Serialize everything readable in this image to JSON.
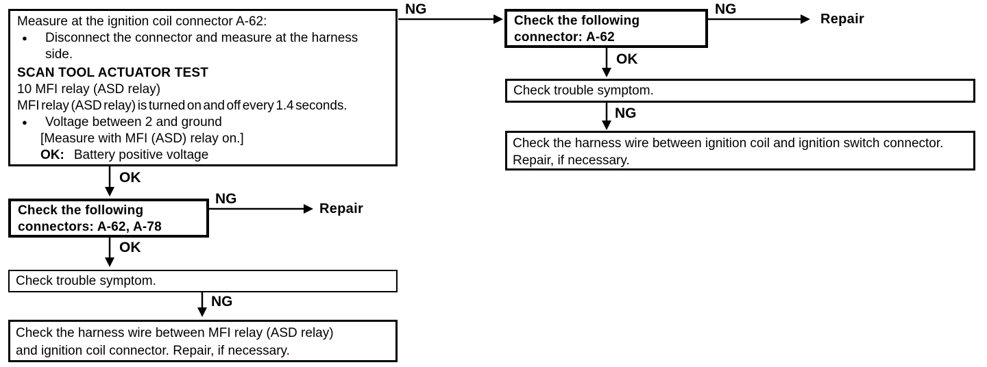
{
  "labels": {
    "ng": "NG",
    "ok": "OK",
    "bullet": "●"
  },
  "flowchart": {
    "start_box": {
      "title": "Measure at the ignition coil connector A-62:",
      "bullet_1": "Disconnect the connector and measure at the harness side.",
      "heading": "SCAN TOOL ACTUATOR TEST",
      "line_1": "10 MFI relay (ASD relay)",
      "line_2": "MFI relay (ASD relay) is turned on and off every 1.4 seconds.",
      "bullet_2": "Voltage between 2 and ground",
      "note": "[Measure with MFI (ASD) relay on.]",
      "ok_key": "OK:",
      "ok_value": "Battery positive voltage"
    },
    "right_branch": {
      "connector_box_line1": "Check the following",
      "connector_box_line2": "connector: A-62",
      "repair": "Repair",
      "symptom_box": "Check trouble symptom.",
      "harness_box": "Check the harness wire between ignition coil and ignition switch connector. Repair, if necessary."
    },
    "left_branch": {
      "connector_box_line1": "Check the following",
      "connector_box_line2": "connectors: A-62, A-78",
      "repair": "Repair",
      "symptom_box": "Check trouble symptom.",
      "harness_box": "Check the harness wire between MFI relay (ASD relay) and ignition coil connector. Repair, if necessary."
    }
  }
}
